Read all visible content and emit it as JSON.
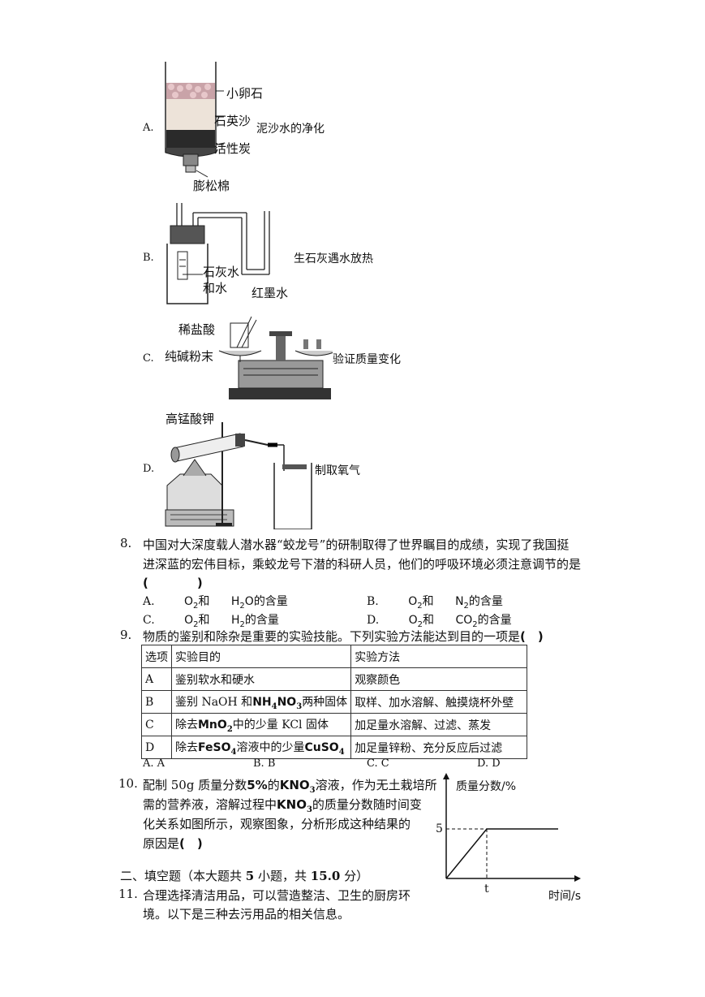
{
  "q7": {
    "options": [
      {
        "letter": "A.",
        "caption": "泥沙水的净化",
        "labels": [
          "小卵石",
          "石英沙",
          "活性炭",
          "膨松棉"
        ]
      },
      {
        "letter": "B.",
        "caption": "生石灰遇水放热",
        "labels": [
          "石灰水",
          "和水",
          "红墨水"
        ]
      },
      {
        "letter": "C.",
        "caption": "验证质量变化",
        "labels": [
          "稀盐酸",
          "纯碱粉末"
        ]
      },
      {
        "letter": "D.",
        "caption": "制取氧气",
        "labels": [
          "高锰酸钾"
        ]
      }
    ]
  },
  "q8": {
    "number": "8.",
    "line1": "中国对大深度载人潜水器“蛟龙号”的研制取得了世界瞩目的成绩，实现了我国挺",
    "line2": "进深蓝的宏伟目标，乘蛟龙号下潜的科研人员，他们的呼吸环境必须注意调节的是",
    "paren": "(　　　　)",
    "options": [
      {
        "letter": "A.",
        "a": "O",
        "a_sub": "2",
        "mid": "和",
        "b": "H",
        "b_sub": "2",
        "b_tail": "O",
        "end": "的含量"
      },
      {
        "letter": "B.",
        "a": "O",
        "a_sub": "2",
        "mid": "和",
        "b": "N",
        "b_sub": "2",
        "b_tail": "",
        "end": "的含量"
      },
      {
        "letter": "C.",
        "a": "O",
        "a_sub": "2",
        "mid": "和",
        "b": "H",
        "b_sub": "2",
        "b_tail": "",
        "end": "的含量"
      },
      {
        "letter": "D.",
        "a": "O",
        "a_sub": "2",
        "mid": "和",
        "b": "CO",
        "b_sub": "2",
        "b_tail": "",
        "end": "的含量"
      }
    ]
  },
  "q9": {
    "number": "9.",
    "stem": "物质的鉴别和除杂是重要的实验技能。下列实验方法能达到目的一项是",
    "paren": "(　)",
    "headers": [
      "选项",
      "实验目的",
      "实验方法"
    ],
    "rows": [
      {
        "opt": "A",
        "purpose": "鉴别软水和硬水",
        "method": "观察颜色"
      },
      {
        "opt": "B",
        "purpose_pre": "鉴别 NaOH 和",
        "purpose_f": "NH",
        "purpose_s1": "4",
        "purpose_f2": "NO",
        "purpose_s2": "3",
        "purpose_post": "两种固体",
        "method": "取样、加水溶解、触摸烧杯外壁"
      },
      {
        "opt": "C",
        "purpose_pre": "除去",
        "purpose_f": "MnO",
        "purpose_s1": "2",
        "purpose_post": "中的少量 KCl 固体",
        "method": "加足量水溶解、过滤、蒸发"
      },
      {
        "opt": "D",
        "purpose_pre": "除去",
        "purpose_f": "FeSO",
        "purpose_s1": "4",
        "purpose_mid": "溶液中的少量",
        "purpose_f2": "CuSO",
        "purpose_s2": "4",
        "method": "加足量锌粉、充分反应后过滤"
      }
    ],
    "choices": [
      "A. A",
      "B. B",
      "C. C",
      "D. D"
    ]
  },
  "q10": {
    "number": "10.",
    "l1_pre": "配制 50g 质量分数",
    "l1_pct": "5%",
    "l1_mid": "的",
    "l1_f": "KNO",
    "l1_s": "3",
    "l1_post": "溶液，作为无土栽培所",
    "l2_pre": "需的营养液，溶解过程中",
    "l2_f": "KNO",
    "l2_s": "3",
    "l2_post": "的质量分数随时间变",
    "l3": "化关系如图所示，观察图象，分析形成这种结果的",
    "l4": "原因是",
    "paren": "(　)"
  },
  "chart_data": {
    "type": "line",
    "ylabel": "质量分数/%",
    "xlabel": "时间/s",
    "y_tick_label": "5",
    "x_tick_label": "t",
    "series": [
      {
        "points": [
          [
            "0",
            0
          ],
          [
            "t",
            5
          ],
          [
            "end",
            5
          ]
        ]
      }
    ]
  },
  "section2": {
    "title_pre": "二、填空题（本大题共 ",
    "count": "5",
    "title_mid": " 小题，共 ",
    "score": "15.0",
    "title_post": " 分）"
  },
  "q11": {
    "number": "11.",
    "line1": "合理选择清洁用品，可以营造整洁、卫生的厨房环",
    "line2": "境。以下是三种去污用品的相关信息。"
  }
}
